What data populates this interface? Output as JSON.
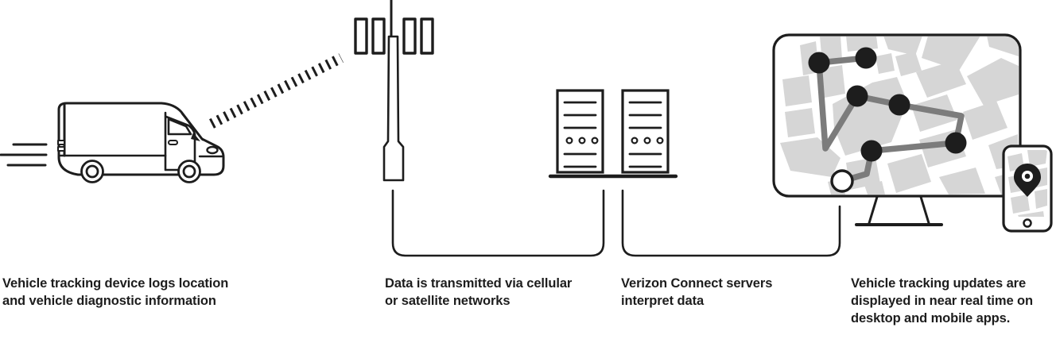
{
  "colors": {
    "outline": "#1d1d1d",
    "map_block": "#d6d6d6",
    "route": "#7c7c7c",
    "background": "#ffffff"
  },
  "steps": [
    {
      "name": "vehicle",
      "icon": "delivery-van-icon",
      "caption_lines": [
        "Vehicle tracking device logs location",
        "and vehicle diagnostic information"
      ]
    },
    {
      "name": "transmission",
      "icon": "cell-tower-icon",
      "caption_lines": [
        "Data is transmitted via cellular",
        "or satellite networks"
      ]
    },
    {
      "name": "servers",
      "icon": "server-racks-icon",
      "caption_lines": [
        "Verizon Connect servers",
        "interpret data"
      ]
    },
    {
      "name": "display",
      "icon": "desktop-and-phone-icon",
      "caption_lines": [
        "Vehicle tracking updates are",
        "displayed in near real time on",
        "desktop and mobile apps."
      ]
    }
  ]
}
